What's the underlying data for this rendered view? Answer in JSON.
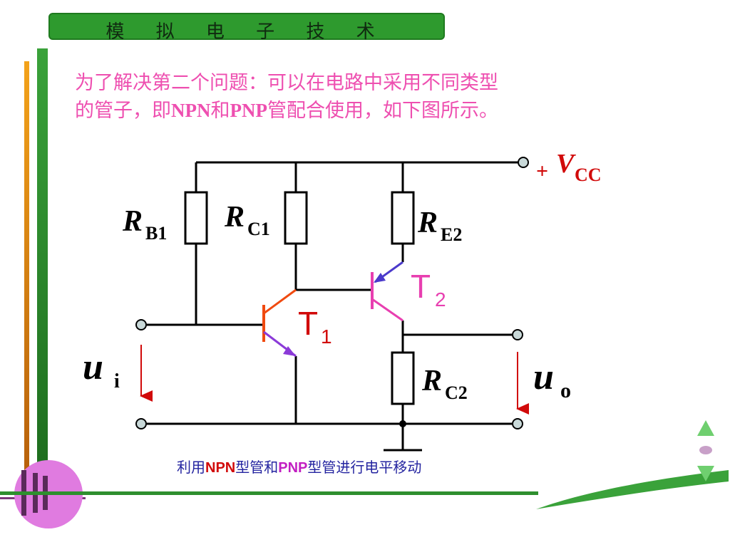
{
  "header": {
    "title": "模 拟 电 子 技 术"
  },
  "intro": {
    "line1": "为了解决第二个问题：可以在电路中采用不同类型",
    "line2_a": "的管子，即",
    "npn": "NPN",
    "and": "和",
    "pnp": "PNP",
    "line2_b": "管配合使用，如下图所示。"
  },
  "circuit": {
    "vcc_plus": "+",
    "vcc_main": "V",
    "vcc_sub": "CC",
    "rb1_main": "R",
    "rb1_sub": "B1",
    "rc1_main": "R",
    "rc1_sub": "C1",
    "re2_main": "R",
    "re2_sub": "E2",
    "rc2_main": "R",
    "rc2_sub": "C2",
    "t1_main": "T",
    "t1_sub": "1",
    "t2_main": "T",
    "t2_sub": "2",
    "ui_main": "u",
    "ui_sub": "i",
    "uo_main": "u",
    "uo_sub": "o"
  },
  "caption": {
    "a": "利用",
    "npn": "NPN",
    "b": "型管和",
    "pnp": "PNP",
    "c": "型管进行电平移动"
  },
  "colors": {
    "accent_green": "#2e9a2e",
    "text_pink": "#ee4fb0",
    "label_red": "#d10a0a",
    "t2_magenta": "#e83fb0",
    "t1_orange": "#f04a10"
  }
}
